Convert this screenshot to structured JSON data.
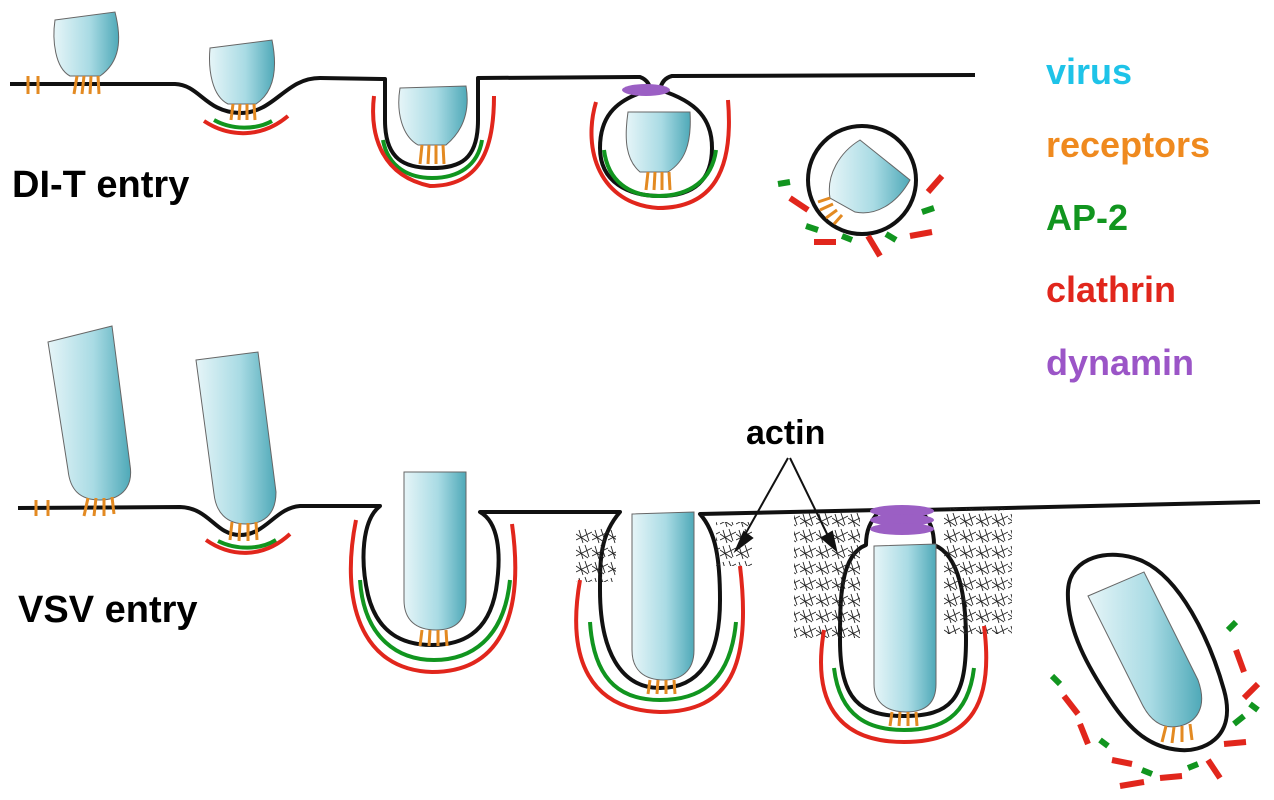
{
  "section_labels": {
    "dit": "DI-T entry",
    "vsv": "VSV entry",
    "actin": "actin"
  },
  "legend": [
    {
      "label": "virus",
      "color": "#1ec3e8"
    },
    {
      "label": "receptors",
      "color": "#ef8a1f"
    },
    {
      "label": "AP-2",
      "color": "#11951f"
    },
    {
      "label": "clathrin",
      "color": "#e1261c"
    },
    {
      "label": "dynamin",
      "color": "#9b55c7"
    }
  ],
  "colors": {
    "membrane": "#111111",
    "virus_fill_light": "#e0f3f7",
    "virus_fill_dark": "#5fb5c4",
    "receptor": "#e38a22",
    "ap2": "#11951f",
    "clathrin": "#e1261c",
    "dynamin": "#9b5fc4",
    "actin": "#222222"
  },
  "diagram_elements": {
    "icons": [
      "virus-particle-icon",
      "receptor-icon",
      "ap2-coat-icon",
      "clathrin-coat-icon",
      "dynamin-ring-icon",
      "actin-filament-icon",
      "membrane-icon"
    ]
  }
}
